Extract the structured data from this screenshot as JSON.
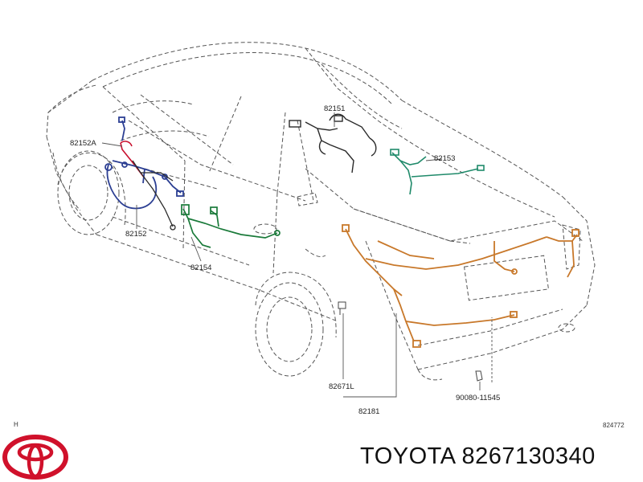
{
  "labels": {
    "p82152a": "82152A",
    "p82152": "82152",
    "p82151": "82151",
    "p82153": "82153",
    "p82154": "82154",
    "p82671l": "82671L",
    "p82181": "82181",
    "p90080": "90080-11545"
  },
  "corner_left": "H",
  "diagram_code": "824772",
  "brand_text": "TOYOTA 8267130340",
  "colors": {
    "outline": "#555555",
    "harness_blue": "#2c3f93",
    "harness_red": "#c8102e",
    "harness_green": "#1a7a3a",
    "harness_teal": "#1f8a6a",
    "harness_dark": "#2a2a2a",
    "harness_orange": "#c8782a",
    "logo_red": "#d0112b"
  }
}
